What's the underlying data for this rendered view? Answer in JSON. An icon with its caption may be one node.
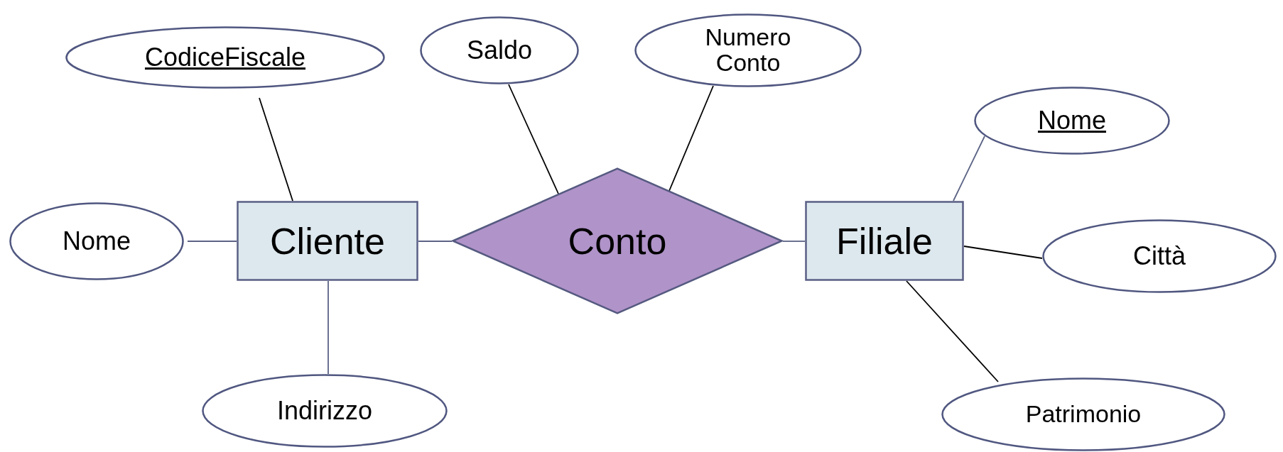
{
  "diagram": {
    "nodes": [
      {
        "text": [
          "CodiceFiscale"
        ]
      },
      {
        "text": [
          "Saldo"
        ]
      },
      {
        "text": [
          "Numero Conto"
        ]
      },
      {
        "text": [
          "Nome"
        ]
      },
      {
        "text": [
          "Nome"
        ]
      },
      {
        "text": [
          "Cliente"
        ]
      },
      {
        "text": [
          "Conto"
        ]
      },
      {
        "text": [
          "Filiale"
        ]
      },
      {
        "text": [
          "Città"
        ]
      },
      {
        "text": [
          "Indirizzo"
        ]
      },
      {
        "text": [
          "Patrimonio"
        ]
      }
    ],
    "edges": [
      {
        "from": 0,
        "to": 5,
        "arrow": "none"
      },
      {
        "from": 4,
        "to": 5,
        "arrow": "none",
        "color": "#5b6385"
      },
      {
        "from": 5,
        "to": 9,
        "arrow": "none",
        "color": "#5b6385"
      },
      {
        "from": 5,
        "to": 6,
        "arrow": "none",
        "color": "#5b6385"
      },
      {
        "from": 1,
        "to": 6,
        "arrow": "none"
      },
      {
        "from": 2,
        "to": 6,
        "arrow": "none"
      },
      {
        "from": 6,
        "to": 7,
        "arrow": "none",
        "color": "#5b6385"
      },
      {
        "from": 3,
        "to": 7,
        "arrow": "none",
        "color": "#5b6385"
      },
      {
        "from": 7,
        "to": 8,
        "arrow": "none"
      },
      {
        "from": 7,
        "to": 10,
        "arrow": "none"
      }
    ]
  }
}
